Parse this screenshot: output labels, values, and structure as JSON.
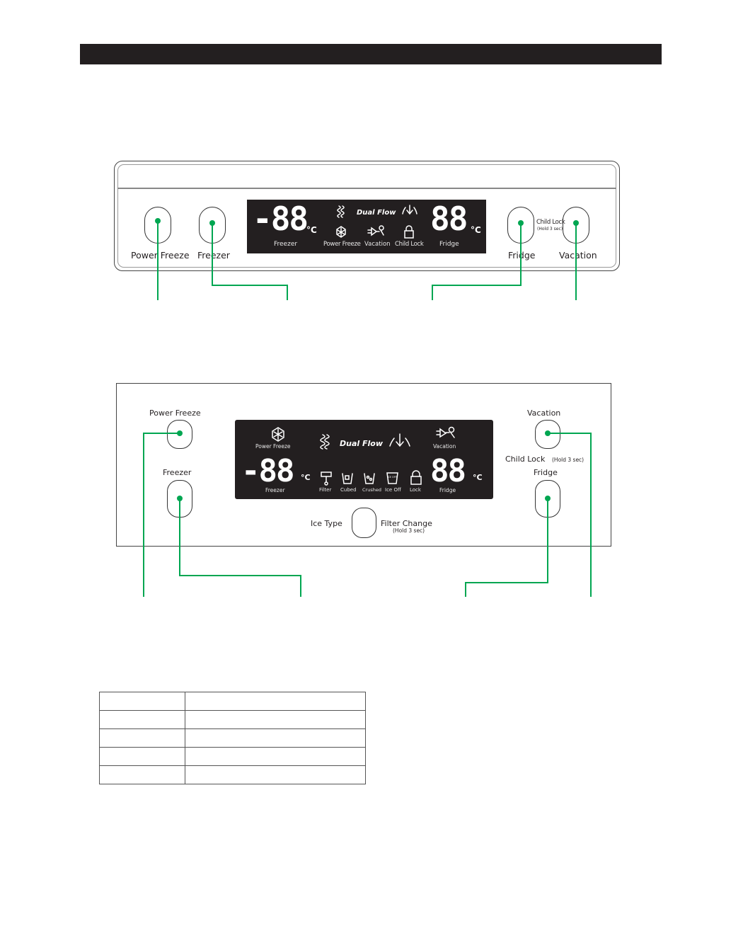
{
  "panel_a": {
    "buttons": {
      "power_freeze": "Power Freeze",
      "freezer": "Freezer",
      "fridge": "Fridge",
      "vacation": "Vacation",
      "child_lock": "Child Lock",
      "child_lock_hold": "(Hold 3 sec)"
    },
    "display": {
      "freezer_digits": "-88",
      "fridge_digits": "88",
      "unit": "°C",
      "dual_flow": "Dual Flow",
      "labels": {
        "freezer": "Freezer",
        "power_freeze": "Power Freeze",
        "vacation": "Vacation",
        "child_lock": "Child Lock",
        "fridge": "Fridge"
      }
    }
  },
  "panel_b": {
    "buttons": {
      "power_freeze": "Power Freeze",
      "freezer": "Freezer",
      "vacation": "Vacation",
      "child_lock": "Child Lock",
      "child_lock_hold": "(Hold 3 sec)",
      "fridge": "Fridge",
      "ice_type": "Ice Type",
      "filter_change": "Filter Change",
      "filter_change_hold": "(Hold 3 sec)"
    },
    "display": {
      "freezer_digits": "-88",
      "fridge_digits": "88",
      "unit": "°C",
      "dual_flow": "Dual Flow",
      "labels": {
        "power_freeze": "Power Freeze",
        "vacation": "Vacation",
        "freezer": "Freezer",
        "filter": "Filter",
        "cubed": "Cubed",
        "crushed": "Crushed",
        "ice_off": "Ice Off",
        "ice_off_icon": "ICE OFF",
        "lock": "Lock",
        "fridge": "Fridge"
      }
    }
  },
  "colors": {
    "callout": "#00a651",
    "lcd": "#231f20",
    "bar": "#231f20"
  },
  "icons": [
    "dual-flow-freezer-icon",
    "dual-flow-fridge-icon",
    "snowflake-icon",
    "vacation-plug-icon",
    "lock-icon",
    "filter-icon",
    "cubed-ice-icon",
    "crushed-ice-icon",
    "ice-off-icon"
  ]
}
